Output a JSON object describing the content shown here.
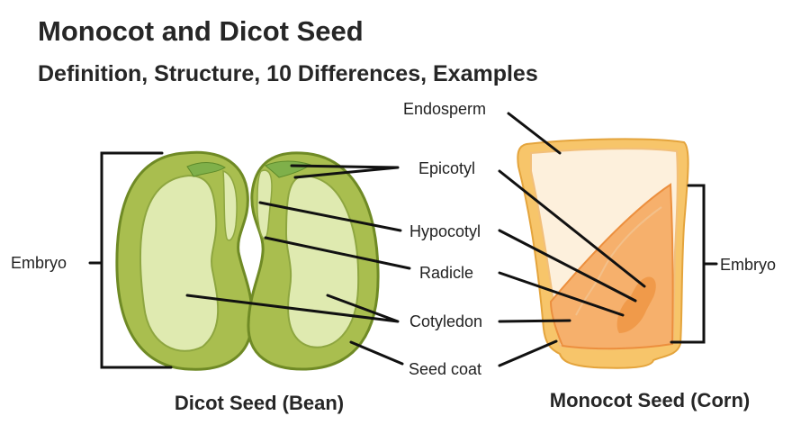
{
  "title": "Monocot and Dicot Seed",
  "subtitle": "Definition, Structure, 10 Differences, Examples",
  "labels": {
    "endosperm": "Endosperm",
    "epicotyl": "Epicotyl",
    "hypocotyl": "Hypocotyl",
    "radicle": "Radicle",
    "cotyledon": "Cotyledon",
    "seed_coat": "Seed coat",
    "embryo_left": "Embryo",
    "embryo_right": "Embryo"
  },
  "captions": {
    "dicot": "Dicot Seed (Bean)",
    "monocot": "Monocot Seed (Corn)"
  },
  "colors": {
    "dicot_coat": "#8fa83a",
    "dicot_cotyledon": "#dfeab0",
    "monocot_coat": "#f7c56a",
    "monocot_endosperm": "#fdf0dc",
    "monocot_embryo": "#f5a862"
  }
}
